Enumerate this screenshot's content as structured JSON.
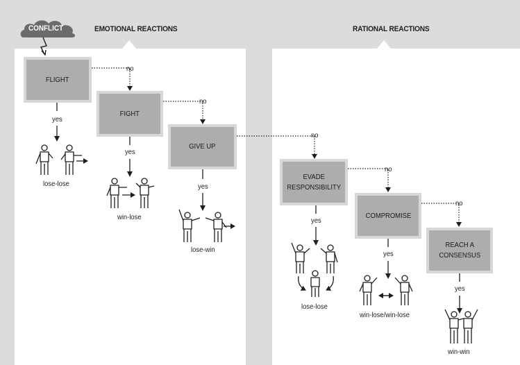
{
  "header": {
    "conflict": "CONFLICT",
    "emotional": "EMOTIONAL REACTIONS",
    "rational": "RATIONAL REACTIONS"
  },
  "reactions": {
    "flight": "FLIGHT",
    "fight": "FIGHT",
    "give_up": "GIVE UP",
    "evade": "EVADE\nRESPONSIBILITY",
    "compromise": "COMPROMISE",
    "consensus": "REACH A\nCONSENSUS"
  },
  "labels": {
    "no": "no",
    "yes": "yes"
  },
  "outcomes": {
    "flight": "lose-lose",
    "fight": "win-lose",
    "give_up": "lose-win",
    "evade": "lose-lose",
    "compromise": "win-lose/win-lose",
    "consensus": "win-win"
  },
  "colors": {
    "background": "#dcdcdc",
    "panel": "#ffffff",
    "box": "#adadad",
    "box_border": "#d7d7d7",
    "cloud": "#6b6b6b",
    "line": "#1e1e1e"
  }
}
